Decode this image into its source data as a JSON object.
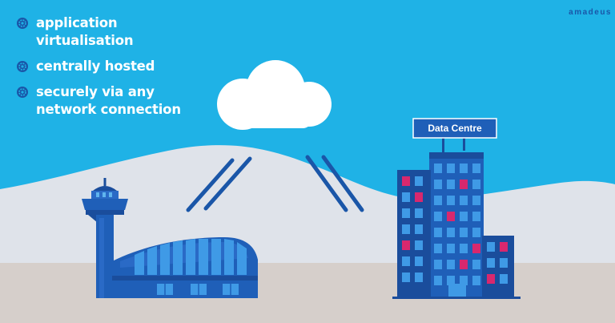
{
  "brand": {
    "name": "amadeus"
  },
  "bullets": [
    {
      "text": "application virtualisation"
    },
    {
      "text": "centrally hosted"
    },
    {
      "text": "securely via any network connection"
    }
  ],
  "data_centre": {
    "sign": "Data Centre"
  },
  "icons": {
    "bullet": "gear-icon",
    "cloud": "cloud-icon",
    "airport": "airport-terminal-icon",
    "tower": "control-tower-icon",
    "data_centre": "office-building-icon"
  },
  "colors": {
    "sky": "#1fb2e6",
    "hills": "#dfe3ea",
    "ground": "#d6cfcb",
    "building_blue": "#1f5fb8",
    "building_dark": "#1a4d9c",
    "window_blue": "#3f9ae6",
    "window_red": "#d8286e",
    "text": "#ffffff"
  }
}
